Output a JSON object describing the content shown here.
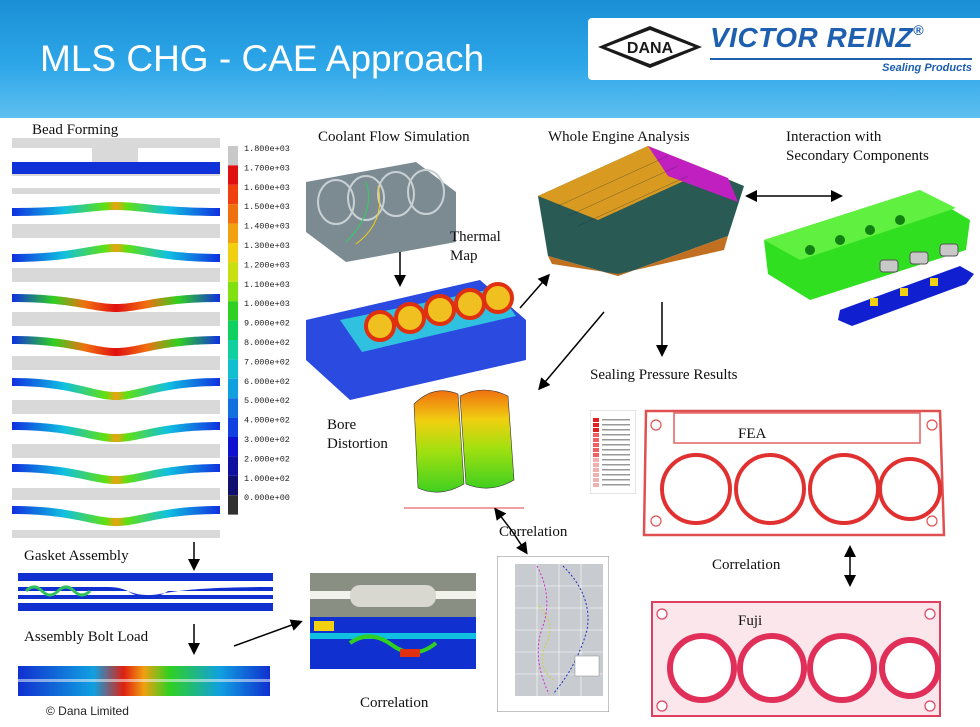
{
  "header": {
    "title": "MLS CHG - CAE Approach",
    "logo_dana": "DANA",
    "logo_brand": "VICTOR REINZ",
    "logo_reg": "®",
    "logo_tagline": "Sealing Products"
  },
  "labels": {
    "bead_forming": "Bead Forming",
    "coolant_flow": "Coolant Flow Simulation",
    "whole_engine": "Whole Engine Analysis",
    "interaction_1": "Interaction with",
    "interaction_2": "Secondary Components",
    "thermal_1": "Thermal",
    "thermal_2": "Map",
    "sealing_pressure": "Sealing Pressure Results",
    "bore_1": "Bore",
    "bore_2": "Distortion",
    "fea": "FEA",
    "correlation_bore": "Correlation",
    "correlation_fea_fuji": "Correlation",
    "fuji": "Fuji",
    "gasket_assembly": "Gasket Assembly",
    "assembly_bolt_load": "Assembly Bolt Load",
    "correlation_bottom": "Correlation"
  },
  "legend": {
    "values": [
      "1.800e+03",
      "1.700e+03",
      "1.600e+03",
      "1.500e+03",
      "1.400e+03",
      "1.300e+03",
      "1.200e+03",
      "1.100e+03",
      "1.000e+03",
      "9.000e+02",
      "8.000e+02",
      "7.000e+02",
      "6.000e+02",
      "5.000e+02",
      "4.000e+02",
      "3.000e+02",
      "2.000e+02",
      "1.000e+02",
      "0.000e+00"
    ],
    "colors": [
      "#c8c8c8",
      "#e01010",
      "#f04010",
      "#f07010",
      "#f0a010",
      "#f0d010",
      "#c8e010",
      "#80e010",
      "#30d020",
      "#10d060",
      "#10d0a0",
      "#10c0d0",
      "#10a0e0",
      "#1070e0",
      "#1040e0",
      "#1010d0",
      "#1010a0",
      "#101070",
      "#303030"
    ]
  },
  "copyright": "© Dana Limited"
}
